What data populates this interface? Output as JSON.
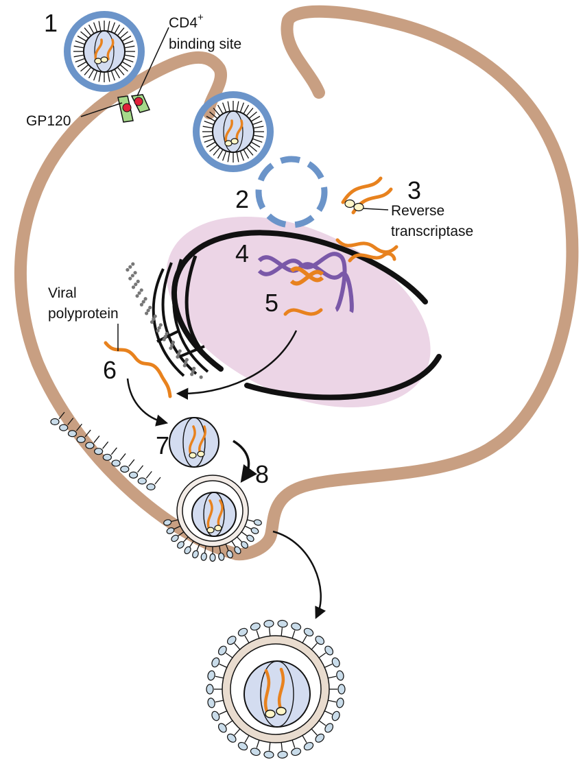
{
  "labels": {
    "step1": "1",
    "step2": "2",
    "step3": "3",
    "step4": "4",
    "step5": "5",
    "step6": "6",
    "step7": "7",
    "step8": "8",
    "cd4_name": "CD4",
    "cd4_sup": "+",
    "binding_site": "binding site",
    "gp120": "GP120",
    "reverse": "Reverse",
    "transcriptase": "transcriptase",
    "viral": "Viral",
    "polyprotein": "polyprotein"
  },
  "colors": {
    "membrane": "#c89f82",
    "envelope": "#6b94c9",
    "capsid": "#d3dcf0",
    "rna": "#e8821e",
    "nucleus": "#ecd5e6",
    "dna": "#7a58a8",
    "receptor_green": "#a6d98a",
    "receptor_red": "#e0203a",
    "budding_protein": "#c9dcea"
  }
}
